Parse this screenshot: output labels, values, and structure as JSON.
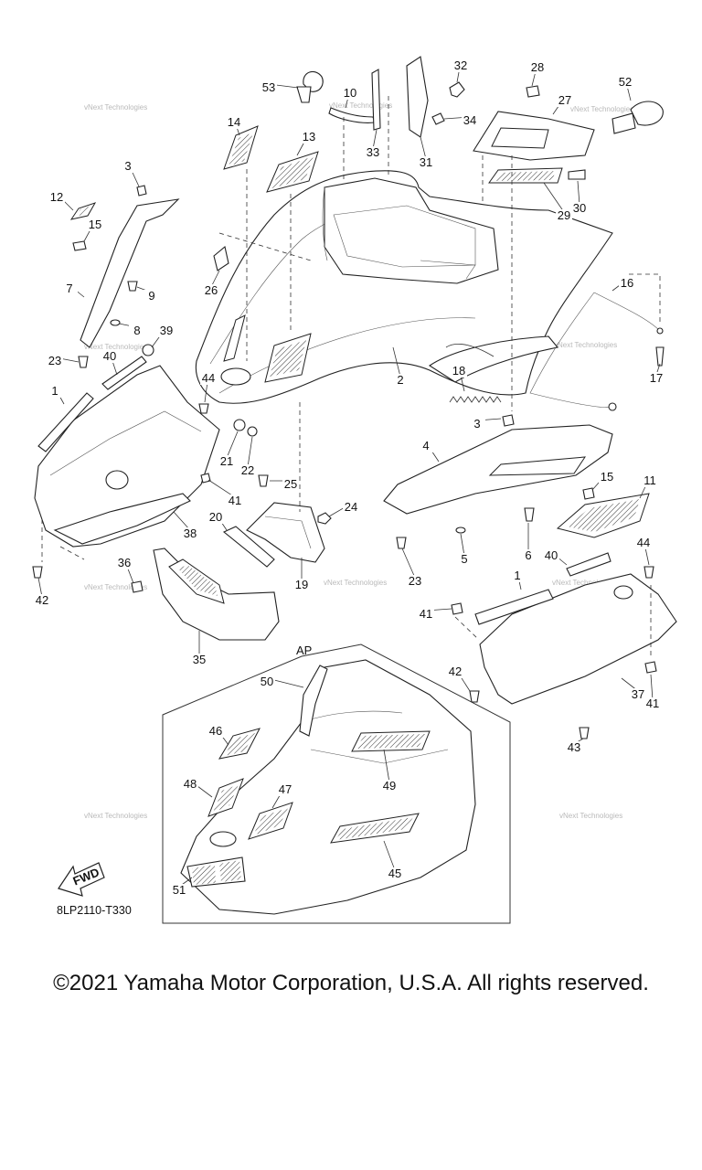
{
  "diagram": {
    "drawing_code": "8LP2110-T330",
    "assembly_label": "AP",
    "fwd_label": "FWD",
    "watermark": "vNext Technologies",
    "parts": [
      "1",
      "2",
      "3",
      "4",
      "5",
      "6",
      "7",
      "8",
      "9",
      "10",
      "11",
      "12",
      "13",
      "14",
      "15",
      "16",
      "17",
      "18",
      "19",
      "20",
      "21",
      "22",
      "23",
      "24",
      "25",
      "26",
      "27",
      "28",
      "29",
      "30",
      "31",
      "32",
      "33",
      "34",
      "35",
      "36",
      "37",
      "38",
      "39",
      "40",
      "41",
      "42",
      "43",
      "44",
      "45",
      "46",
      "47",
      "48",
      "49",
      "50",
      "51",
      "52",
      "53"
    ]
  },
  "footer": {
    "copyright": "©2021 Yamaha Motor Corporation, U.S.A. All rights reserved."
  }
}
